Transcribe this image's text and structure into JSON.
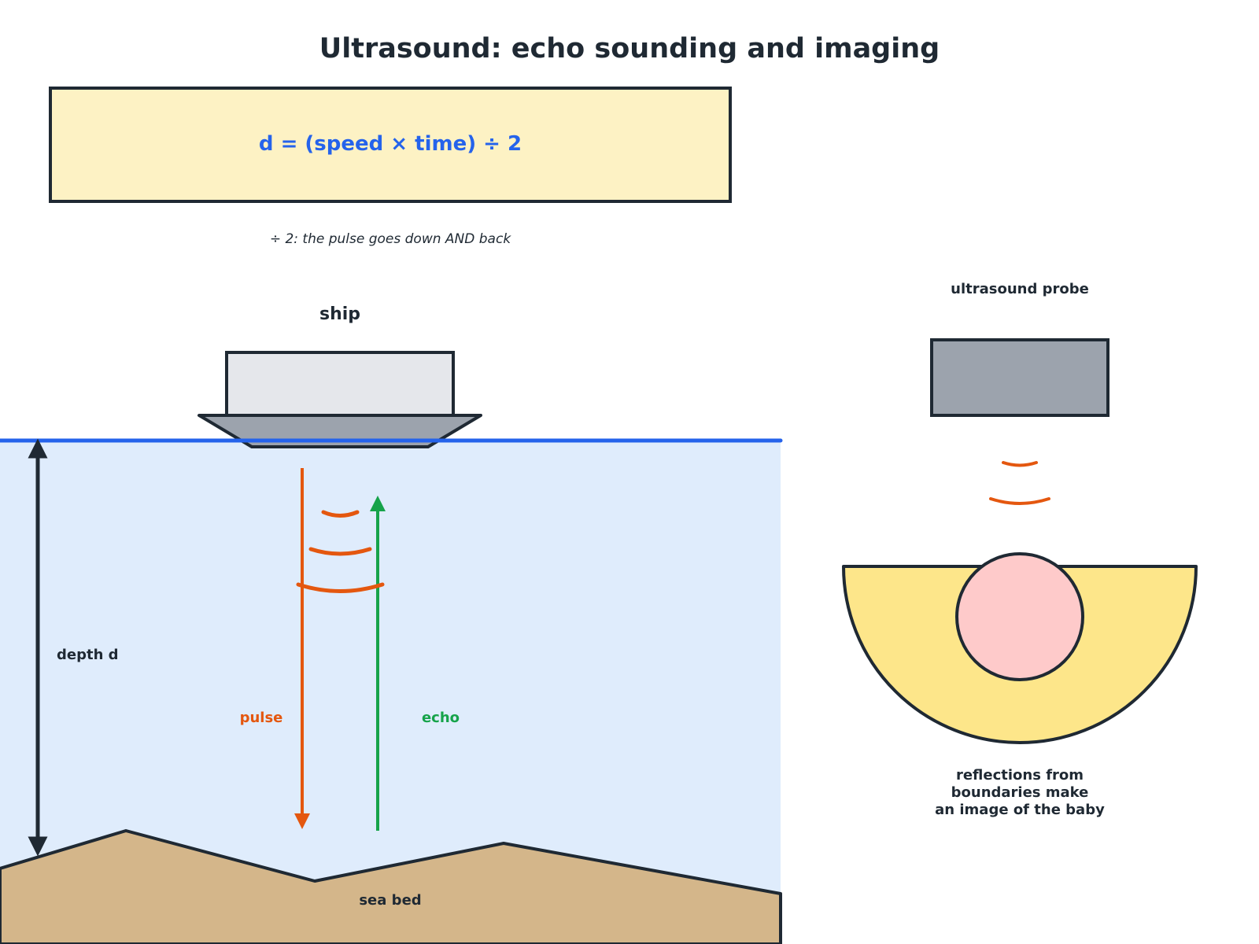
{
  "title": "Ultrasound: echo sounding and imaging",
  "formula": {
    "text": "d = (speed × time) ÷ 2",
    "note": "÷ 2: the pulse goes down AND back"
  },
  "sonar": {
    "ship_label": "ship",
    "depth_label": "depth d",
    "pulse_label": "pulse",
    "echo_label": "echo",
    "seabed_label": "sea bed"
  },
  "scan": {
    "probe_label": "ultrasound probe",
    "caption": [
      "reflections from",
      "boundaries make",
      "an image of the baby"
    ]
  },
  "colors": {
    "ink": "#1f2933",
    "water": "#dfecfc",
    "water_line": "#2563eb",
    "pulse": "#e4570f",
    "echo": "#16a34a",
    "formula_text": "#2563eb",
    "formula_bg": "#fdf2c4",
    "seabed": "#d4b68a",
    "hull": "#9ca3ad",
    "cabin": "#e5e7eb",
    "probe": "#9ca3ad",
    "womb": "#fde68a",
    "baby": "#fecaca"
  }
}
